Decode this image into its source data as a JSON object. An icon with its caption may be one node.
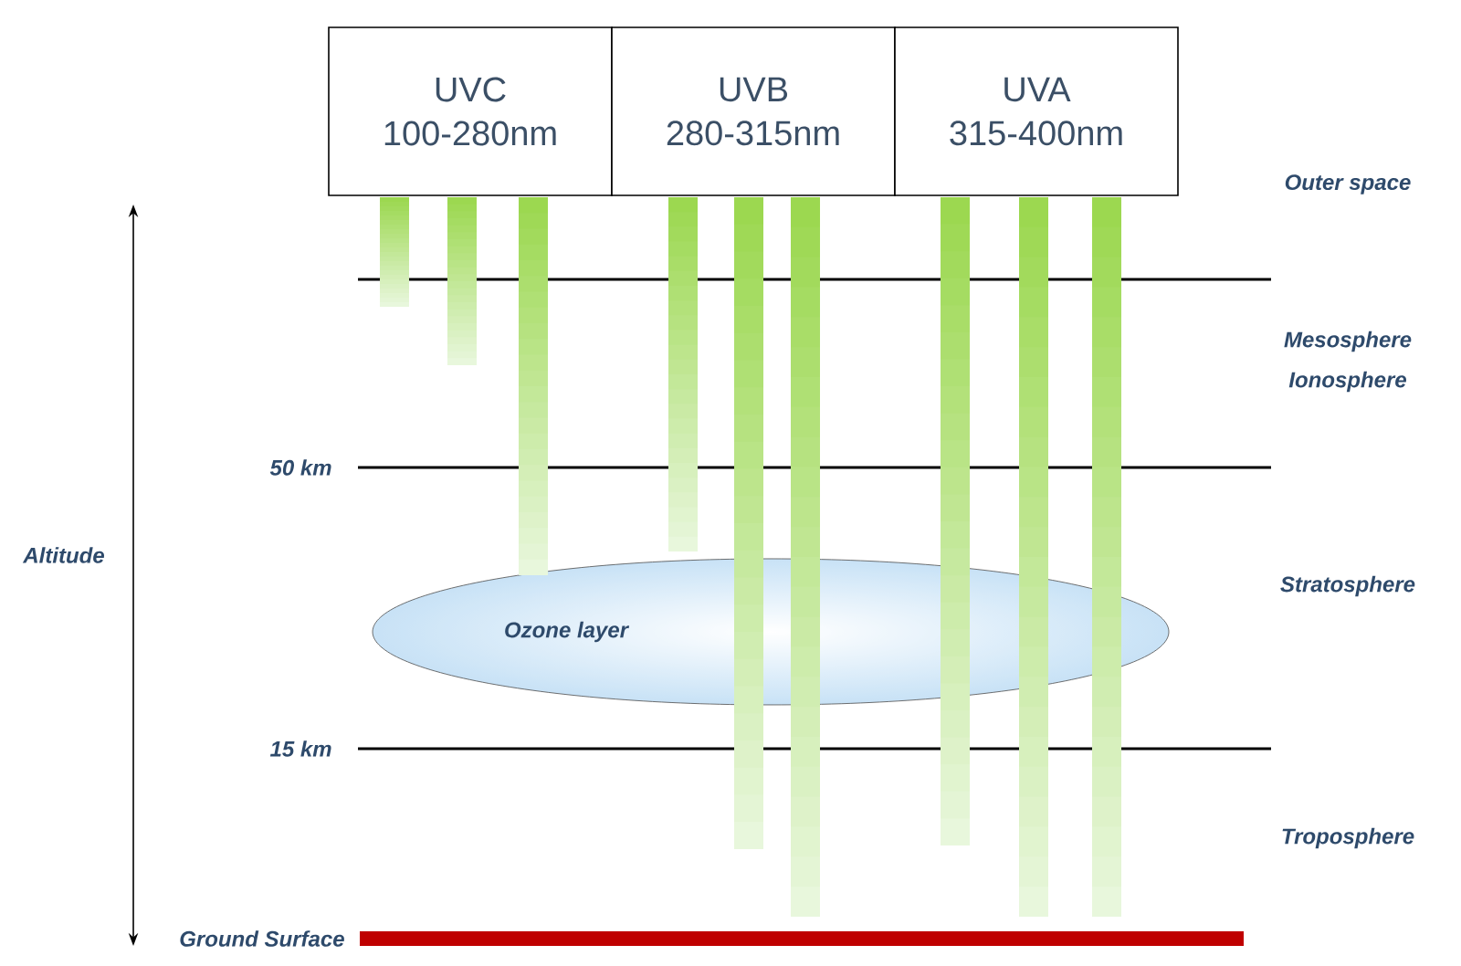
{
  "diagram": {
    "nodes": [
      {
        "text": [
          "UVC",
          "100-280nm"
        ]
      },
      {
        "text": [
          "UVB",
          "280-315nm"
        ]
      },
      {
        "text": [
          "UVA",
          "315-400nm"
        ]
      },
      {
        "text": [
          "Ozone layer"
        ]
      }
    ],
    "edges": [],
    "labels": [
      "Outer space",
      "Mesosphere",
      "Ionosphere",
      "50 km",
      "Altitude",
      "Stratosphere",
      "15 km",
      "Troposphere",
      "Ground Surface"
    ]
  }
}
